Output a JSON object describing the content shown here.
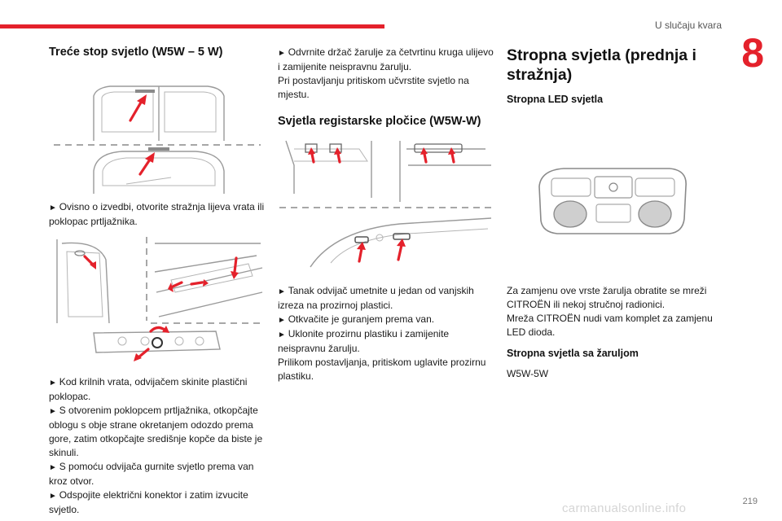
{
  "header": {
    "chapter_title": "U slučaju kvara",
    "chapter_number": "8"
  },
  "col1": {
    "heading": "Treće stop svjetlo (W5W – 5 W)",
    "step1": "Ovisno o izvedbi, otvorite stražnja lijeva vrata ili poklopac prtljažnika.",
    "step2": "Kod krilnih vrata, odvijačem skinite plastični poklopac.",
    "step3": "S otvorenim poklopcem prtljažnika, otkopčajte oblogu s obje strane okretanjem odozdo prema gore, zatim otkopčajte središnje kopče da biste je skinuli.",
    "step4": "S pomoću odvijača gurnite svjetlo prema van kroz otvor.",
    "step5": "Odspojite električni konektor i zatim izvucite svjetlo."
  },
  "col2": {
    "step1": "Odvrnite držač žarulje za četvrtinu kruga ulijevo i zamijenite neispravnu žarulju.",
    "note1": "Pri postavljanju pritiskom učvrstite svjetlo na mjestu.",
    "heading": "Svjetla registarske pločice (W5W-W)",
    "step2": "Tanak odvijač umetnite u jedan od vanjskih izreza na prozirnoj plastici.",
    "step3": "Otkvačite je guranjem prema van.",
    "step4": "Uklonite prozirnu plastiku i zamijenite neispravnu žarulju.",
    "note2": "Prilikom postavljanja, pritiskom uglavite prozirnu plastiku."
  },
  "col3": {
    "heading": "Stropna svjetla (prednja i stražnja)",
    "sub1": "Stropna LED svjetla",
    "text1": "Za zamjenu ove vrste žarulja obratite se mreži CITROËN ili nekoj stručnoj radionici.",
    "text2": "Mreža CITROËN nudi vam komplet za zamjenu LED dioda.",
    "sub2": "Stropna svjetla sa žaruljom",
    "bulb": "W5W-5W"
  },
  "footer": {
    "page_number": "219",
    "watermark": "carmanualsonline.info"
  },
  "colors": {
    "accent": "#e4212b",
    "text": "#1a1a1a",
    "line_art": "#9a9a9a"
  }
}
